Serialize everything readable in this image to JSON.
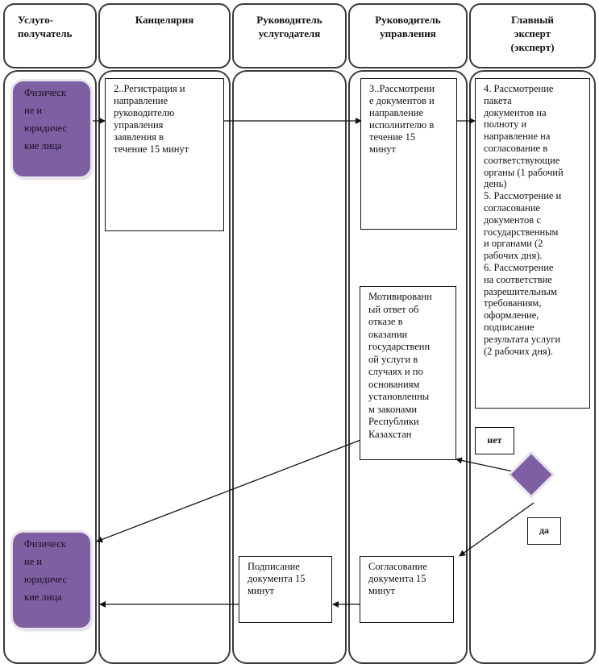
{
  "lanes": [
    {
      "title": "Услуго-\nполучатель"
    },
    {
      "title": "Канцелярия"
    },
    {
      "title": "Руководитель\nуслугодателя"
    },
    {
      "title": "Руководитель\nуправления"
    },
    {
      "title": "Главный\nэксперт\n(эксперт)"
    }
  ],
  "actors": {
    "start": "Физическ\nие и\nюридичес\nкие лица",
    "end": "Физическ\nие и\nюридичес\nкие лица"
  },
  "steps": {
    "registration": "2..Регистрация и\nнаправление\nруководителю\nуправления\nзаявления в\nтечение 15 минут",
    "review_head": "3..Рассмотрени\nе документов и\nнаправление\nисполнителю в\nтечение 15\nминут",
    "expert_review": "4. Рассмотрение\nпакета\nдокументов на\nполноту и\nнаправление на\nсогласование в\nсоответствующие\nорганы (1 рабочий\nдень)\n5. Рассмотрение и\nсогласование\nдокументов с\nгосударственным\nи органами  (2\nрабочих дня).\n6. Рассмотрение\nна соответствие\nразрешительным\nтребованиям,\nоформление,\nподписание\nрезультата услуги\n(2 рабочих дня).",
    "refusal": "Мотивированн\nый ответ об\nотказе в\nоказании\nгосударственн\nой услуги в\nслучаях и по\nоснованиям\nустановленны\nм законами\nРеспублики\nКазахстан",
    "approval": "Согласование\nдокумента 15\nминут",
    "signing": "Подписание\nдокумента 15\nминут"
  },
  "decision": {
    "no_label": "нет",
    "yes_label": "да"
  },
  "colors": {
    "actor_fill": "#7e5fa1",
    "line": "#111111"
  }
}
